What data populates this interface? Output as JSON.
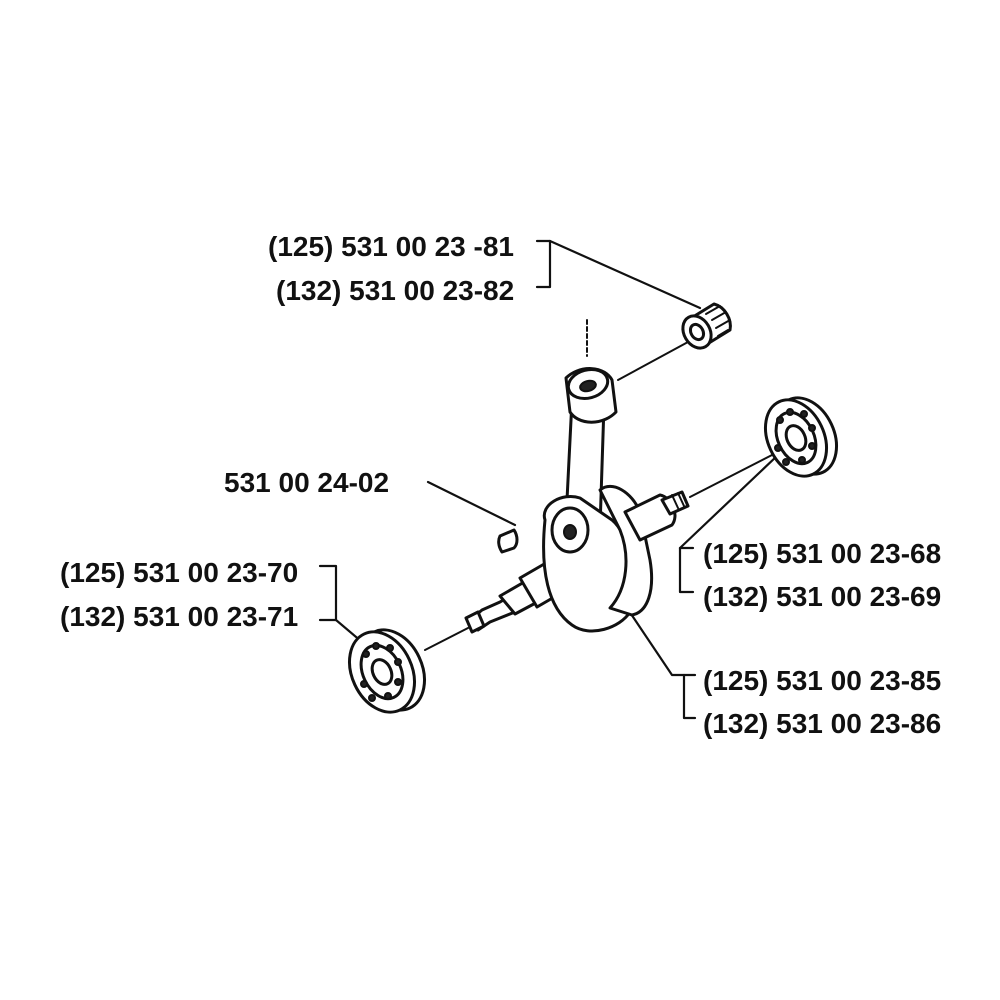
{
  "diagram": {
    "labels": {
      "small_end_bearing_125": "(125) 531 00 23 -81",
      "small_end_bearing_132": "(132) 531 00 23-82",
      "key": "531 00 24-02",
      "left_bearing_125": "(125) 531 00 23-70",
      "left_bearing_132": "(132) 531 00 23-71",
      "right_bearing_125": "(125) 531 00 23-68",
      "right_bearing_132": "(132) 531 00 23-69",
      "crankshaft_125": "(125) 531 00 23-85",
      "crankshaft_132": "(132) 531 00 23-86"
    },
    "colors": {
      "ink": "#111111",
      "paper": "#ffffff"
    }
  }
}
